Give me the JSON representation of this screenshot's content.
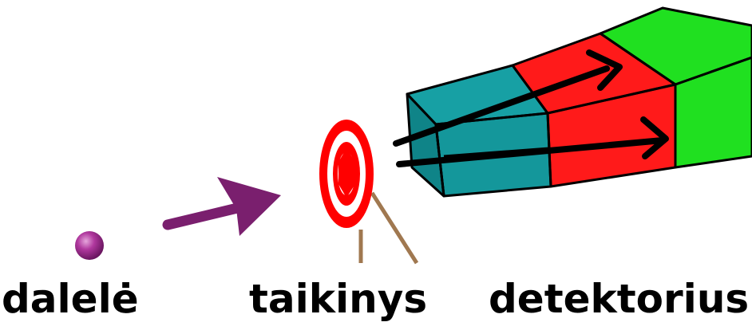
{
  "labels": {
    "particle": "dalelė",
    "target": "taikinys",
    "detector": "detektorius"
  },
  "colors": {
    "particle": "#9c2a8c",
    "incoming_arrow": "#7a1f6e",
    "target_ring": "#ff0000",
    "target_stand": "#a07850",
    "detector_front": "#14979b",
    "detector_middle": "#ff1a1a",
    "detector_back": "#20e020",
    "tracks": "#000000"
  },
  "icons": {
    "particle": "sphere-icon",
    "arrow": "arrow-right-icon",
    "target": "bullseye-target-icon",
    "detector": "detector-block-icon"
  }
}
